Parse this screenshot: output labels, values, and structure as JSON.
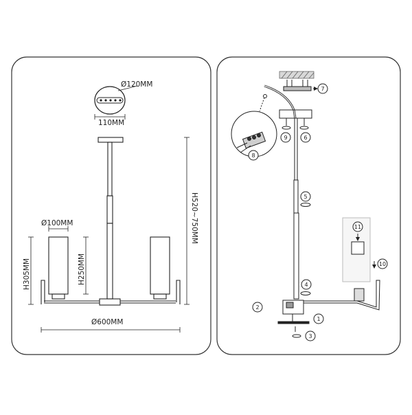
{
  "left_panel": {
    "canopy_diameter": "Ø120MM",
    "canopy_width": "110MM",
    "height_range": "H520~750MM",
    "shade_diameter": "Ø100MM",
    "shade_height": "H250MM",
    "arm_height": "H305MM",
    "total_diameter": "Ø600MM"
  },
  "right_panel": {
    "steps": [
      "1",
      "2",
      "3",
      "4",
      "5",
      "6",
      "7",
      "8",
      "9",
      "10",
      "11"
    ]
  }
}
